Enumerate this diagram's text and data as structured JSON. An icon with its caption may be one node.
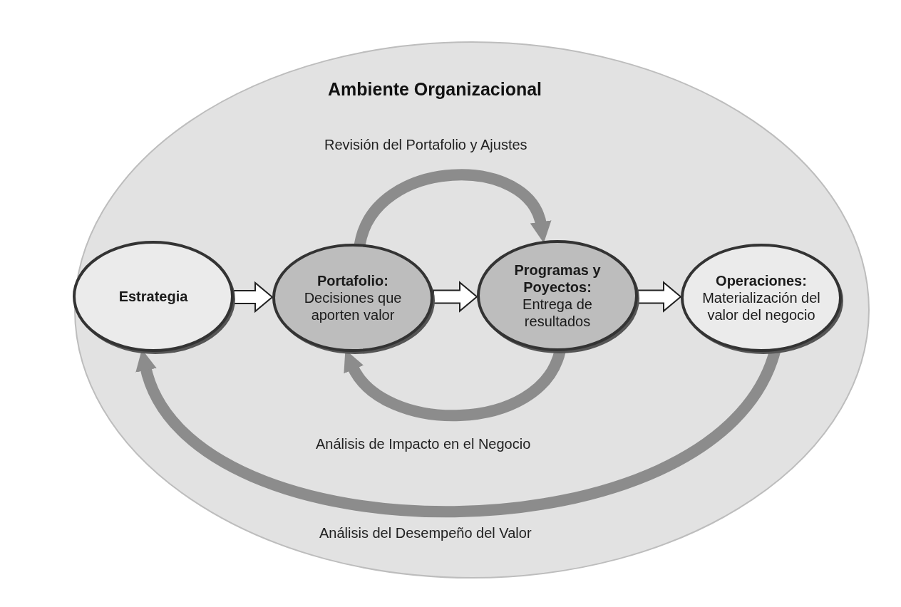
{
  "diagram": {
    "nodes": [
      {
        "text": [
          "Ambiente Organizacional"
        ]
      },
      {
        "text": [
          "Estrategia"
        ],
        "in": 0
      },
      {
        "text": [
          "Portafolio:",
          "Decisiones que aporten valor"
        ],
        "in": 0
      },
      {
        "text": [
          "Programas y Poyectos:",
          "Entrega de resultados"
        ],
        "in": 0
      },
      {
        "text": [
          "Operaciones:",
          "Materialización del valor del negocio"
        ],
        "in": 0
      }
    ],
    "edges": [
      {
        "from": 1,
        "to": 2,
        "arrow": "to"
      },
      {
        "from": 2,
        "to": 3,
        "arrow": "to"
      },
      {
        "from": 3,
        "to": 4,
        "arrow": "to"
      },
      {
        "from": 2,
        "to": 3,
        "arrow": "to",
        "label": "Revisión del Portafolio y Ajustes",
        "color": "#8c8c8c"
      },
      {
        "from": 3,
        "to": 2,
        "arrow": "to",
        "label": "Análisis de Impacto en el Negocio",
        "color": "#8c8c8c"
      },
      {
        "from": 4,
        "to": 1,
        "arrow": "to",
        "label": "Análisis del Desempeño del Valor",
        "color": "#8c8c8c"
      }
    ]
  }
}
